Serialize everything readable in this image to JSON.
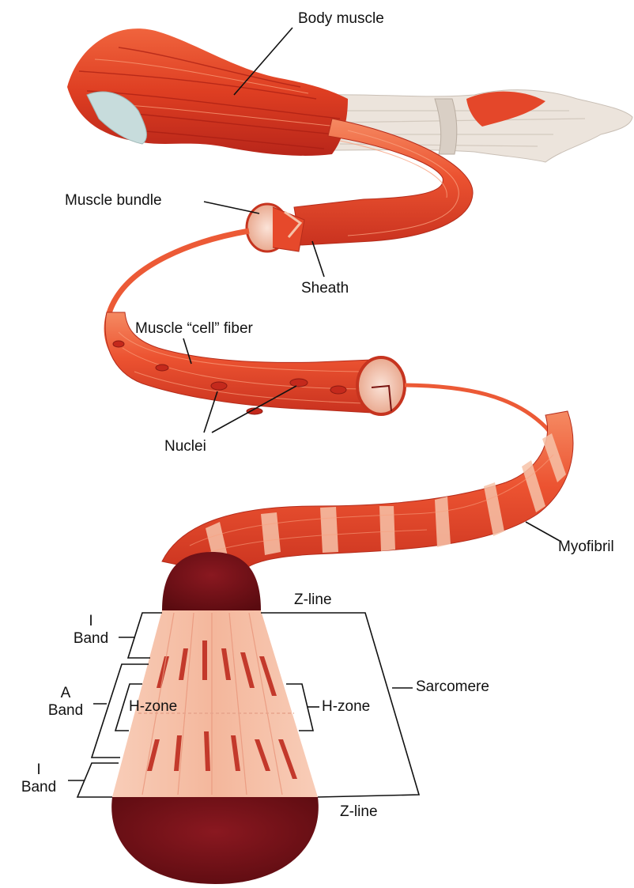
{
  "labels": {
    "body_muscle": "Body muscle",
    "muscle_bundle": "Muscle bundle",
    "sheath": "Sheath",
    "muscle_cell_fiber": "Muscle “cell” fiber",
    "nuclei": "Nuclei",
    "myofibril": "Myofibril",
    "z_line_top": "Z-line",
    "z_line_bottom": "Z-line",
    "sarcomere": "Sarcomere",
    "h_zone_left": "H-zone",
    "h_zone_right": "H-zone",
    "i_band_top_letter": "I",
    "i_band_top_word": "Band",
    "a_band_letter": "A",
    "a_band_word": "Band",
    "i_band_bottom_letter": "I",
    "i_band_bottom_word": "Band"
  },
  "colors": {
    "muscle": "#e8472a",
    "muscle_dark": "#b8261a",
    "muscle_light": "#f58a62",
    "tendon": "#e9e2da",
    "cross_section": "#6e0f14",
    "sarcomere_pale": "#f6c3ad",
    "sarcomere_stripe": "#c3392b",
    "leader_line": "#111111"
  }
}
